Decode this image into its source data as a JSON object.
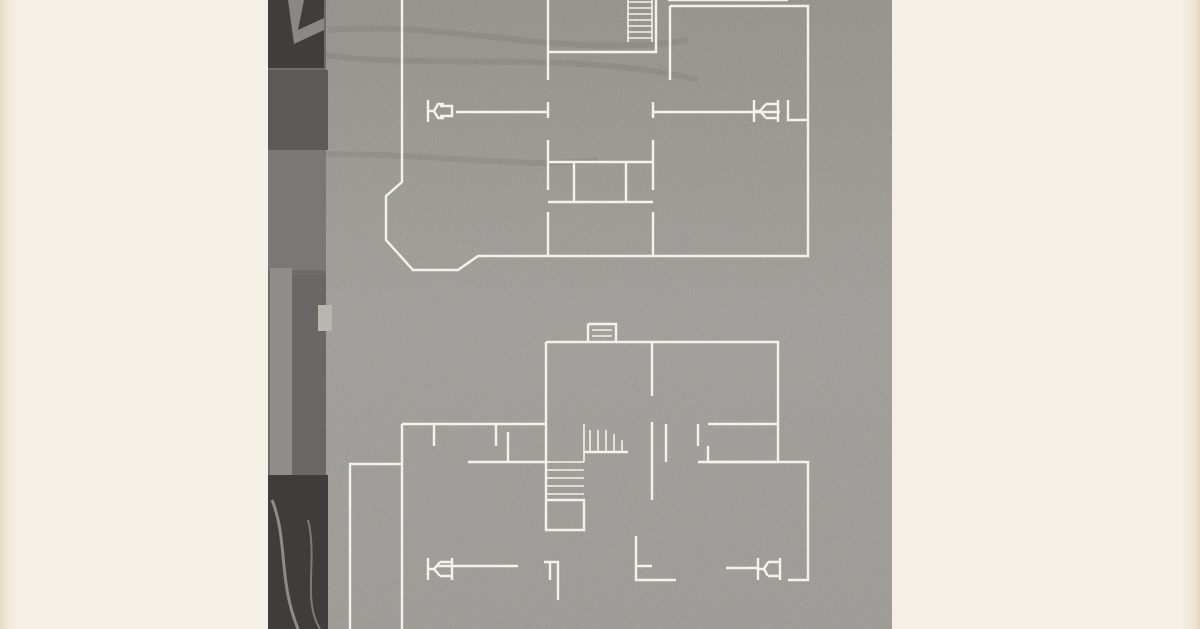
{
  "artwork": {
    "subject": "architectural-floor-plan-etching",
    "plans": [
      "upper-floor-plan",
      "lower-floor-plan"
    ],
    "colors": {
      "paper": "#f5f0e6",
      "paper_edge": "#e5d8bd",
      "plate_tone": "#a9a7a2",
      "plate_tone_light": "#b4b2ad",
      "collage_dark": "#4a4847",
      "collage_mid": "#6e6c6a",
      "plan_lines": "#f4f2ec"
    }
  }
}
